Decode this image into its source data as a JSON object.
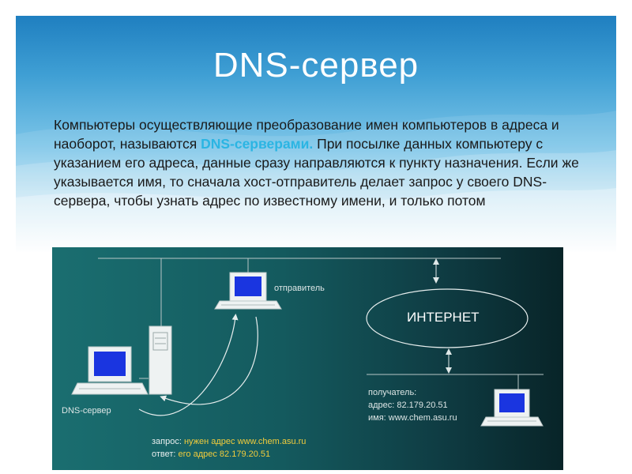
{
  "title": "DNS-сервер",
  "body": {
    "part1": "Компьютеры осуществляющие преобразование имен компьютеров в адреса и наоборот, называются ",
    "highlight": "DNS-серверами.",
    "part2": " При посылке данных компьютеру с указанием его адреса, данные сразу направляются к пункту назначения. Если же указывается имя, то сначала хост-отправитель делает запрос у своего DNS-сервера, чтобы узнать адрес по известному имени, и только потом"
  },
  "diagram": {
    "sender_label": "отправитель",
    "internet_label": "ИНТЕРНЕТ",
    "dns_label": "DNS-сервер",
    "recipient": {
      "title": "получатель:",
      "address": "адрес: 82.179.20.51",
      "name": "имя: www.chem.asu.ru"
    },
    "request": {
      "prefix": "запрос: ",
      "text": "нужен адрес www.chem.asu.ru"
    },
    "answer": {
      "prefix": "ответ: ",
      "text": "его адрес 82.179.20.51"
    }
  },
  "colors": {
    "highlight": "#2bb5e3",
    "diagram_bg": "#145a5e",
    "request_text": "#f2cc3c"
  }
}
